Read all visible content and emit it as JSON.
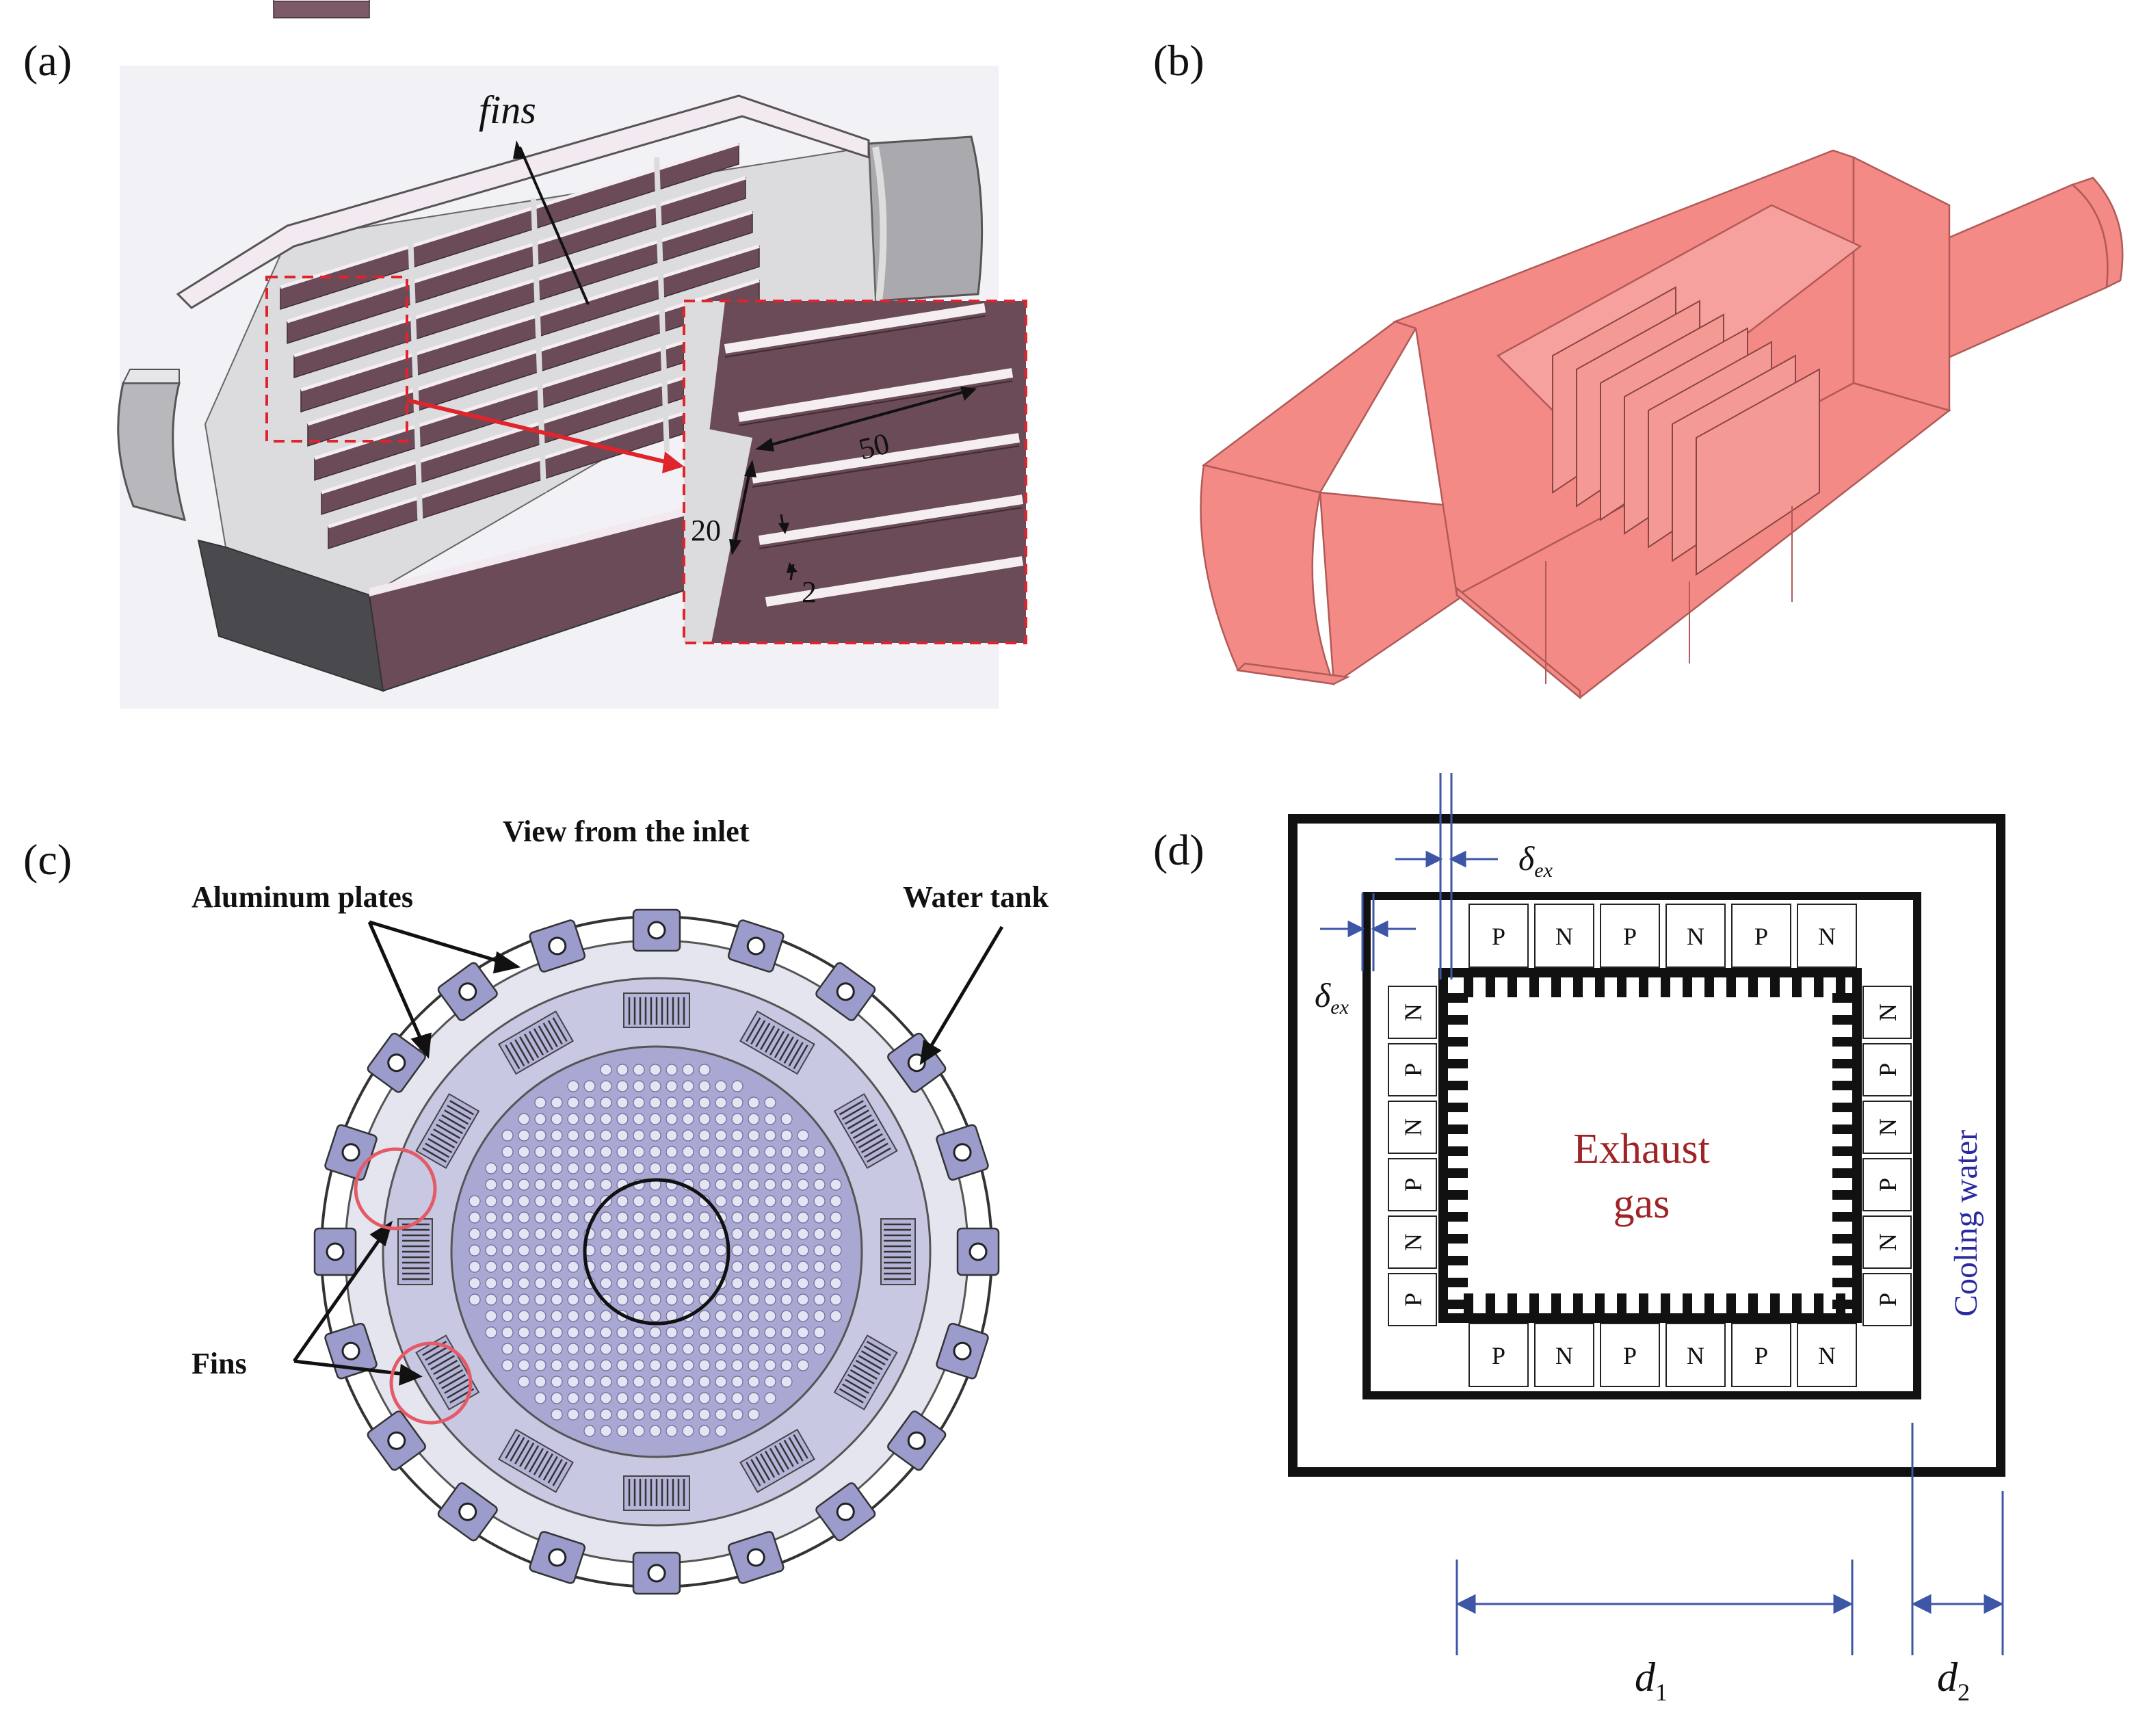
{
  "panels": {
    "a": {
      "label": "(a)",
      "fins_label": "fins",
      "dim_length": "50",
      "dim_height": "20",
      "dim_thickness": "2"
    },
    "b": {
      "label": "(b)"
    },
    "c": {
      "label": "(c)",
      "view_title": "View from the inlet",
      "aluminum_label": "Aluminum plates",
      "water_tank_label": "Water tank",
      "fins_label": "Fins"
    },
    "d": {
      "label": "(d)",
      "delta_symbol": "δ",
      "delta_subscript": "ex",
      "exhaust_line1": "Exhaust",
      "exhaust_line2": "gas",
      "cooling_label": "Cooling water",
      "d1_symbol": "d",
      "d1_subscript": "1",
      "d2_symbol": "d",
      "d2_subscript": "2",
      "p_label": "P",
      "n_label": "N"
    }
  },
  "colors": {
    "fin_body": "#6b4b58",
    "shell_light": "#f1e8ee",
    "model_pink": "#f48a86",
    "model_edge": "#b15a58",
    "highlight_red": "#e0242b",
    "dim_blue": "#3d56a6",
    "exhaust_red": "#9e2426",
    "cooling_blue": "#2a2aa0",
    "plate_lavender": "#c9c8e3",
    "block_lavender": "#9b9bcc"
  }
}
